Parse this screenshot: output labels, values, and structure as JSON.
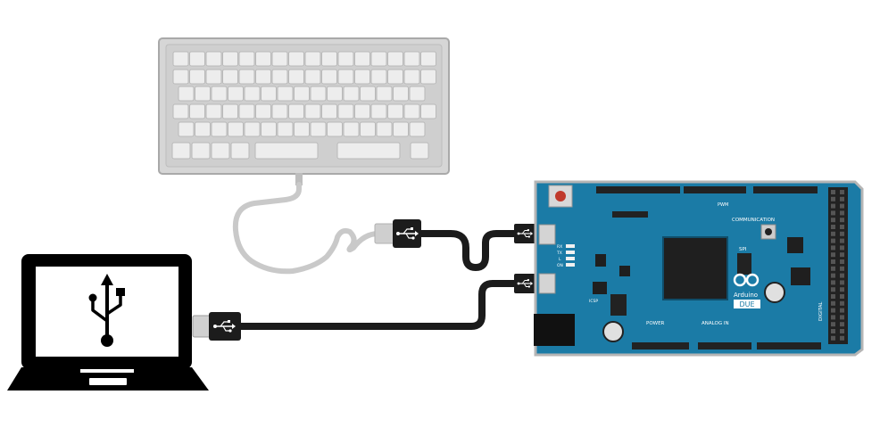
{
  "arduino": {
    "brand": "Arduino",
    "model": "DUE",
    "labels": {
      "communication": "COMMUNICATION",
      "pwm": "PWM",
      "power": "POWER",
      "analog_in": "ANALOG IN",
      "digital": "DIGITAL",
      "spi": "SPI",
      "icsp": "ICSP",
      "rx": "RX",
      "tx": "TX",
      "l": "L",
      "on": "ON"
    }
  },
  "icons": {
    "laptop": "laptop-icon",
    "usb_symbol": "usb-symbol-icon",
    "keyboard": "keyboard-icon",
    "usb_plug": "usb-plug-icon"
  },
  "colors": {
    "board": "#1d7ea8",
    "keyboard_body": "#d9d9d9",
    "keyboard_cable": "#c8c8c8",
    "usb_cable": "#1a1a1a",
    "laptop": "#000000",
    "usb_connector": "#bdbdbd"
  }
}
